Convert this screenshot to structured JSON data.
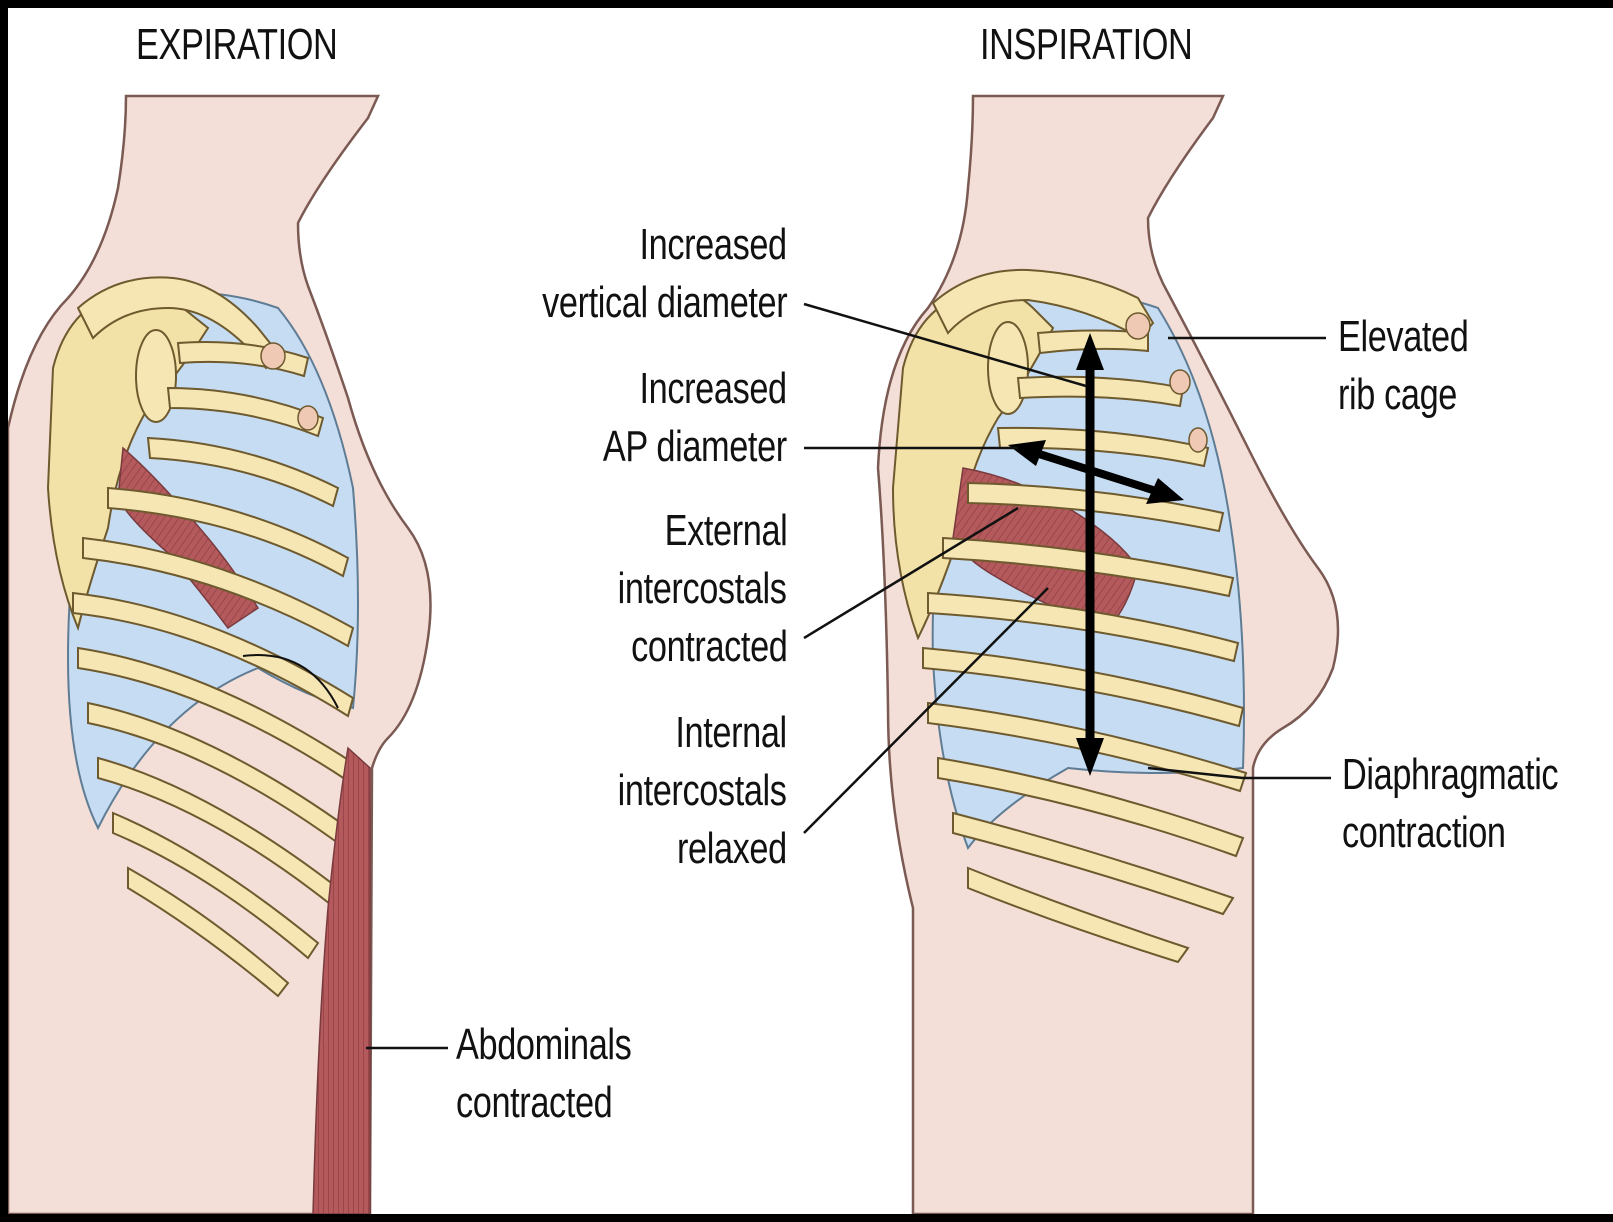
{
  "titles": {
    "expiration": "EXPIRATION",
    "inspiration": "INSPIRATION"
  },
  "labels": {
    "vertical_1": "Increased",
    "vertical_2": "vertical diameter",
    "ap_1": "Increased",
    "ap_2": "AP diameter",
    "ext_1": "External",
    "ext_2": "intercostals",
    "ext_3": "contracted",
    "int_1": "Internal",
    "int_2": "intercostals",
    "int_3": "relaxed",
    "elevated_1": "Elevated",
    "elevated_2": "rib cage",
    "diaphragm_1": "Diaphragmatic",
    "diaphragm_2": "contraction",
    "abdominals_1": "Abdominals",
    "abdominals_2": "contracted"
  },
  "colors": {
    "skin": "#f3dfd7",
    "skin_outline": "#7a5a52",
    "bone": "#f5e6b3",
    "bone_outline": "#6e5a2e",
    "lung": "#c5dcf2",
    "muscle": "#b7565a",
    "cartilage": "#f0c9b5"
  }
}
